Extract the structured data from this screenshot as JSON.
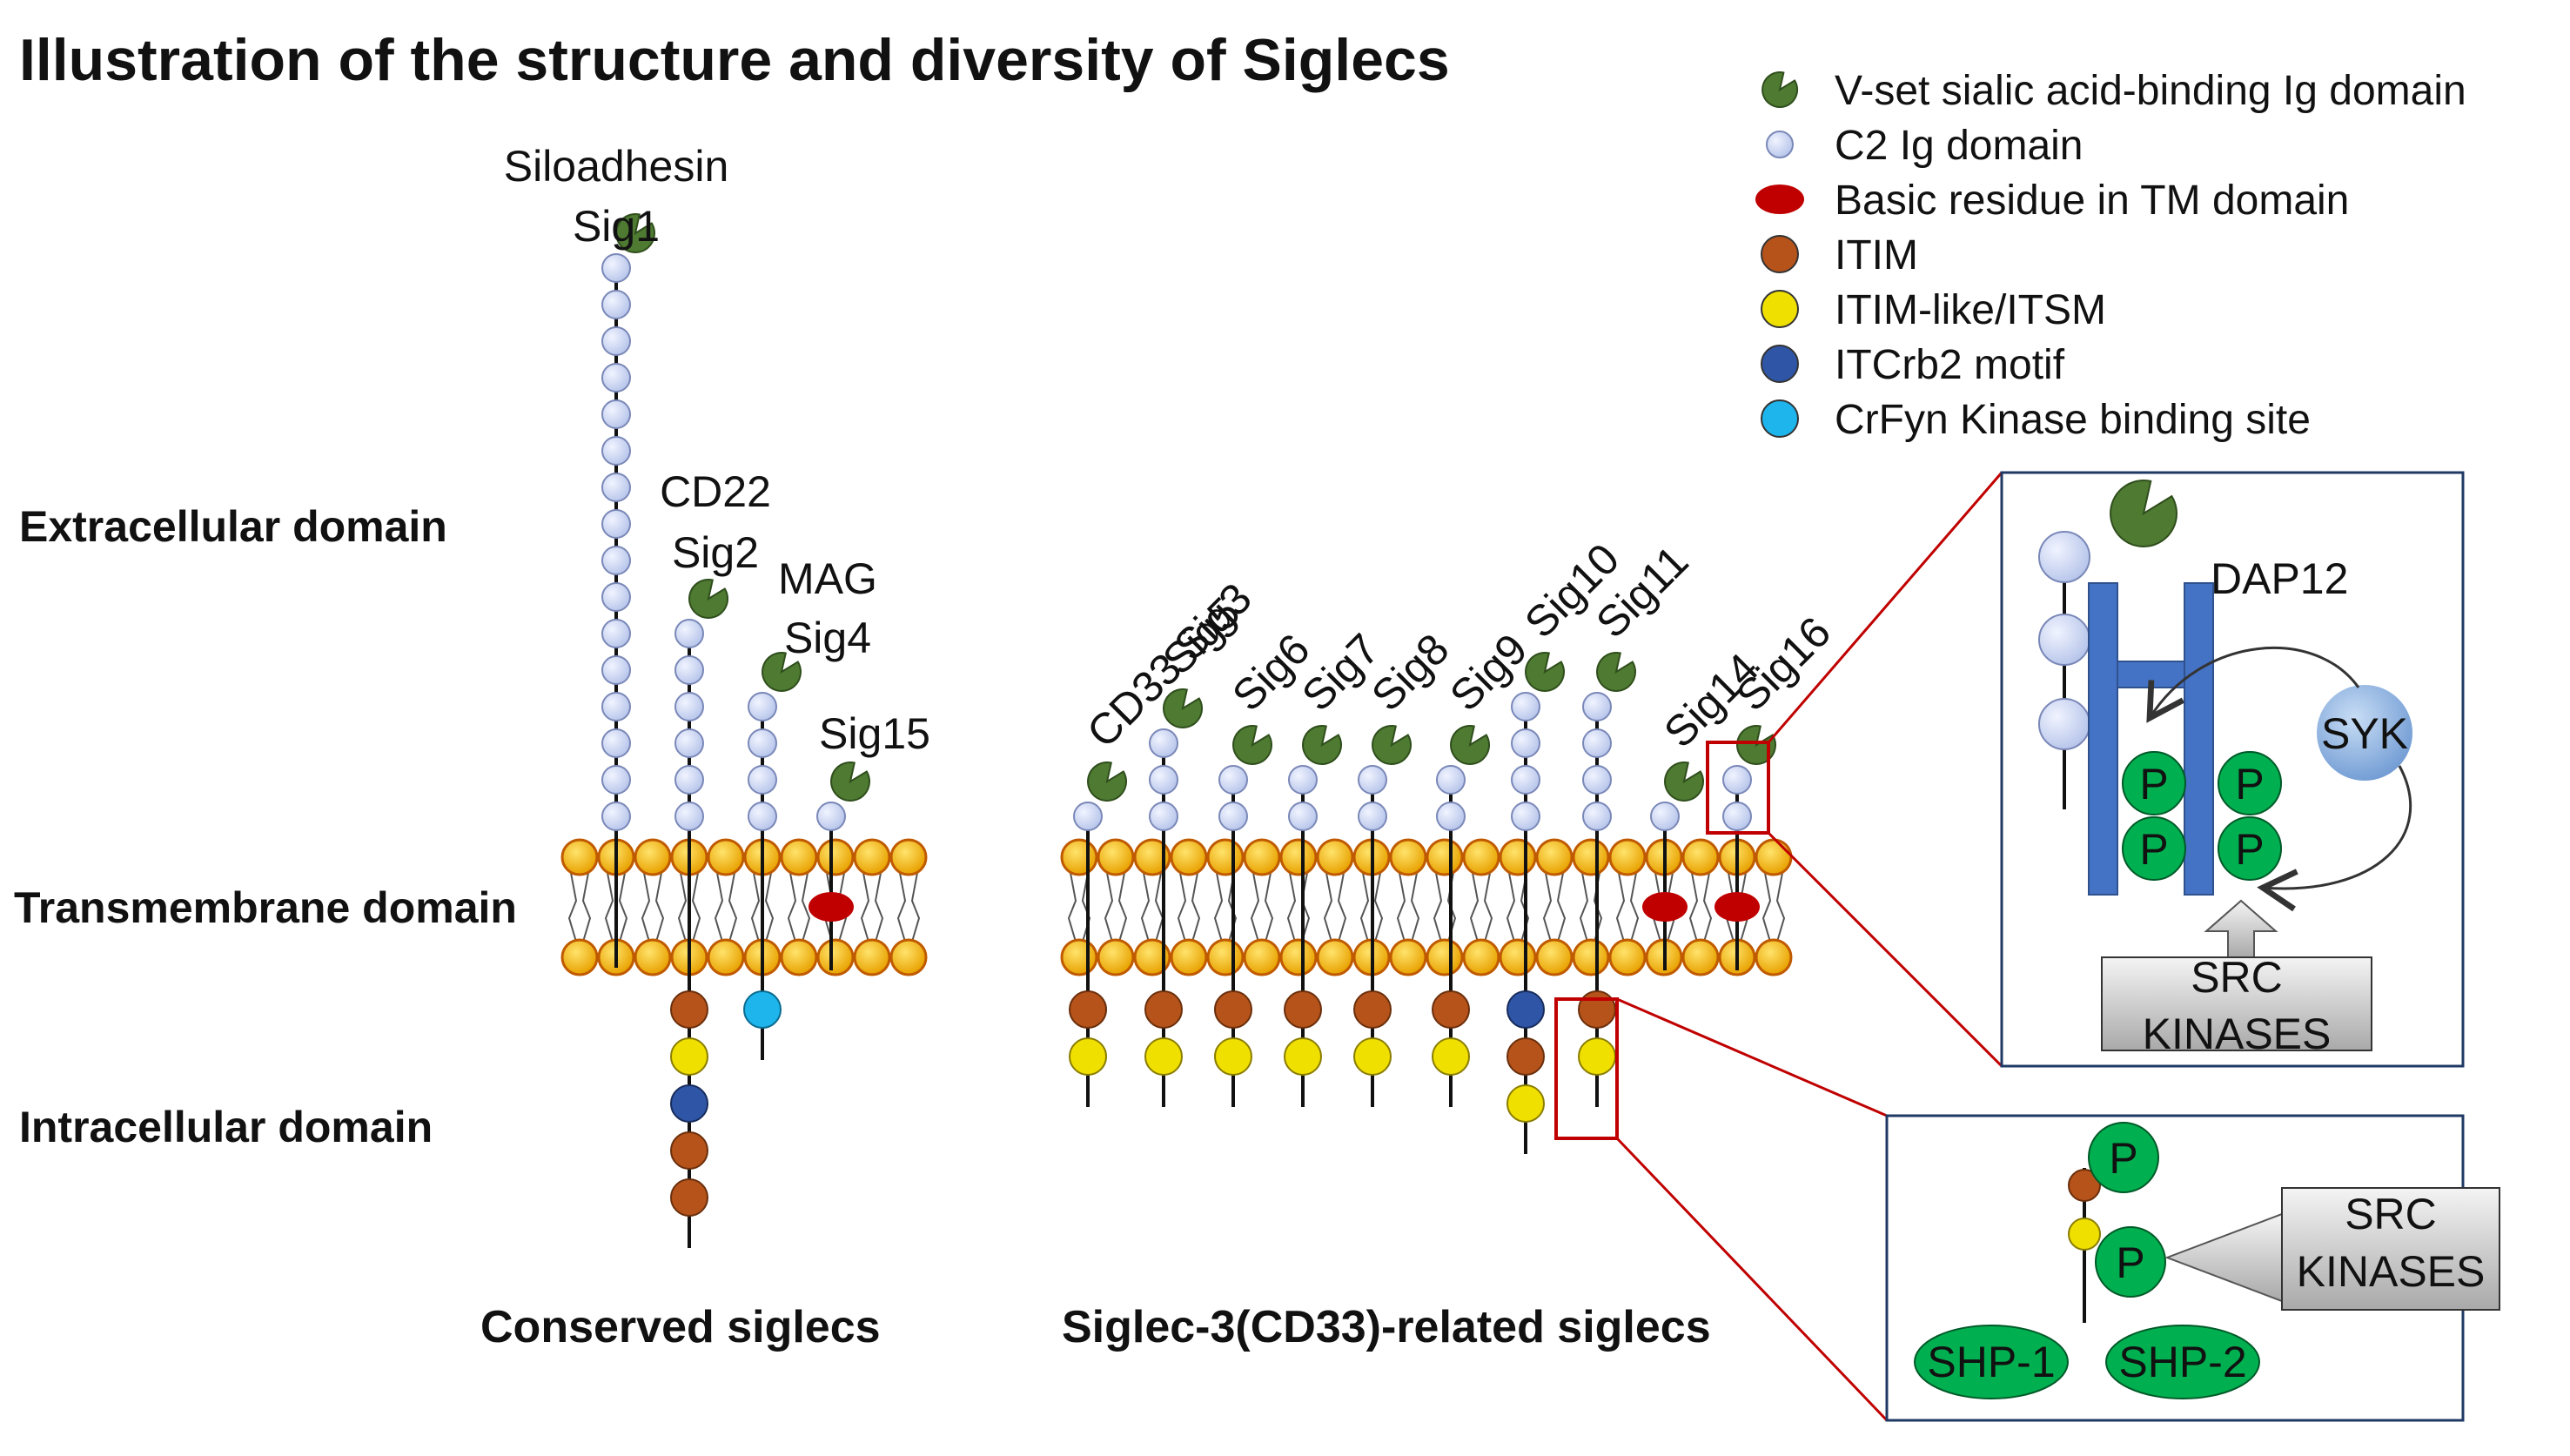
{
  "title": "Illustration of the structure and diversity of Siglecs",
  "regions": {
    "extracellular": "Extracellular domain",
    "transmembrane": "Transmembrane domain",
    "intracellular": "Intracellular domain"
  },
  "groups": {
    "conserved": "Conserved siglecs",
    "cd33_related": "Siglec-3(CD33)-related siglecs"
  },
  "legend": [
    {
      "icon": "v-set-domain-icon",
      "label": "V-set sialic acid-binding Ig domain",
      "color": "#4e7a32"
    },
    {
      "icon": "c2-domain-icon",
      "label": "C2 Ig domain",
      "color": "#c9d3f0"
    },
    {
      "icon": "basic-residue-icon",
      "label": "Basic residue in TM domain",
      "color": "#c00000"
    },
    {
      "icon": "itim-icon",
      "label": "ITIM",
      "color": "#b5531a"
    },
    {
      "icon": "itim-like-icon",
      "label": "ITIM-like/ITSM",
      "color": "#f0e000"
    },
    {
      "icon": "itcrb2-icon",
      "label": "ITCrb2 motif",
      "color": "#2f56a6"
    },
    {
      "icon": "crfyn-icon",
      "label": "CrFyn Kinase binding site",
      "color": "#1eb4ec"
    }
  ],
  "siglecs": [
    {
      "id": "siloadhesin",
      "labels": [
        "Siloadhesin",
        "Sig1"
      ],
      "c2_count": 16,
      "basic_tm": false,
      "cyto": []
    },
    {
      "id": "cd22",
      "labels": [
        "CD22",
        "Sig2"
      ],
      "c2_count": 6,
      "basic_tm": false,
      "cyto": [
        "itim",
        "itim-like",
        "itcrb2",
        "itim",
        "itim"
      ]
    },
    {
      "id": "mag",
      "labels": [
        "MAG",
        "Sig4"
      ],
      "c2_count": 4,
      "basic_tm": false,
      "cyto": [
        "crfyn"
      ]
    },
    {
      "id": "sig15",
      "labels": [
        "Sig15"
      ],
      "c2_count": 1,
      "basic_tm": true,
      "cyto": []
    },
    {
      "id": "sig3",
      "labels": [
        "CD33 Sig3"
      ],
      "c2_count": 1,
      "basic_tm": false,
      "cyto": [
        "itim",
        "itim-like"
      ]
    },
    {
      "id": "sig5",
      "labels": [
        "Sig5"
      ],
      "c2_count": 3,
      "basic_tm": false,
      "cyto": [
        "itim",
        "itim-like"
      ]
    },
    {
      "id": "sig6",
      "labels": [
        "Sig6"
      ],
      "c2_count": 2,
      "basic_tm": false,
      "cyto": [
        "itim",
        "itim-like"
      ]
    },
    {
      "id": "sig7",
      "labels": [
        "Sig7"
      ],
      "c2_count": 2,
      "basic_tm": false,
      "cyto": [
        "itim",
        "itim-like"
      ]
    },
    {
      "id": "sig8",
      "labels": [
        "Sig8"
      ],
      "c2_count": 2,
      "basic_tm": false,
      "cyto": [
        "itim",
        "itim-like"
      ]
    },
    {
      "id": "sig9",
      "labels": [
        "Sig9"
      ],
      "c2_count": 2,
      "basic_tm": false,
      "cyto": [
        "itim",
        "itim-like"
      ]
    },
    {
      "id": "sig10",
      "labels": [
        "Sig10"
      ],
      "c2_count": 4,
      "basic_tm": false,
      "cyto": [
        "itcrb2",
        "itim",
        "itim-like"
      ]
    },
    {
      "id": "sig11",
      "labels": [
        "Sig11"
      ],
      "c2_count": 4,
      "basic_tm": false,
      "cyto": [
        "itim",
        "itim-like"
      ]
    },
    {
      "id": "sig14",
      "labels": [
        "Sig14"
      ],
      "c2_count": 1,
      "basic_tm": true,
      "cyto": []
    },
    {
      "id": "sig16",
      "labels": [
        "Sig16"
      ],
      "c2_count": 2,
      "basic_tm": true,
      "cyto": []
    }
  ],
  "inset_top": {
    "dap12": "DAP12",
    "syk": "SYK",
    "p": "P",
    "src_line1": "SRC",
    "src_line2": "KINASES"
  },
  "inset_bottom": {
    "p": "P",
    "src_line1": "SRC",
    "src_line2": "KINASES",
    "shp1": "SHP-1",
    "shp2": "SHP-2"
  }
}
